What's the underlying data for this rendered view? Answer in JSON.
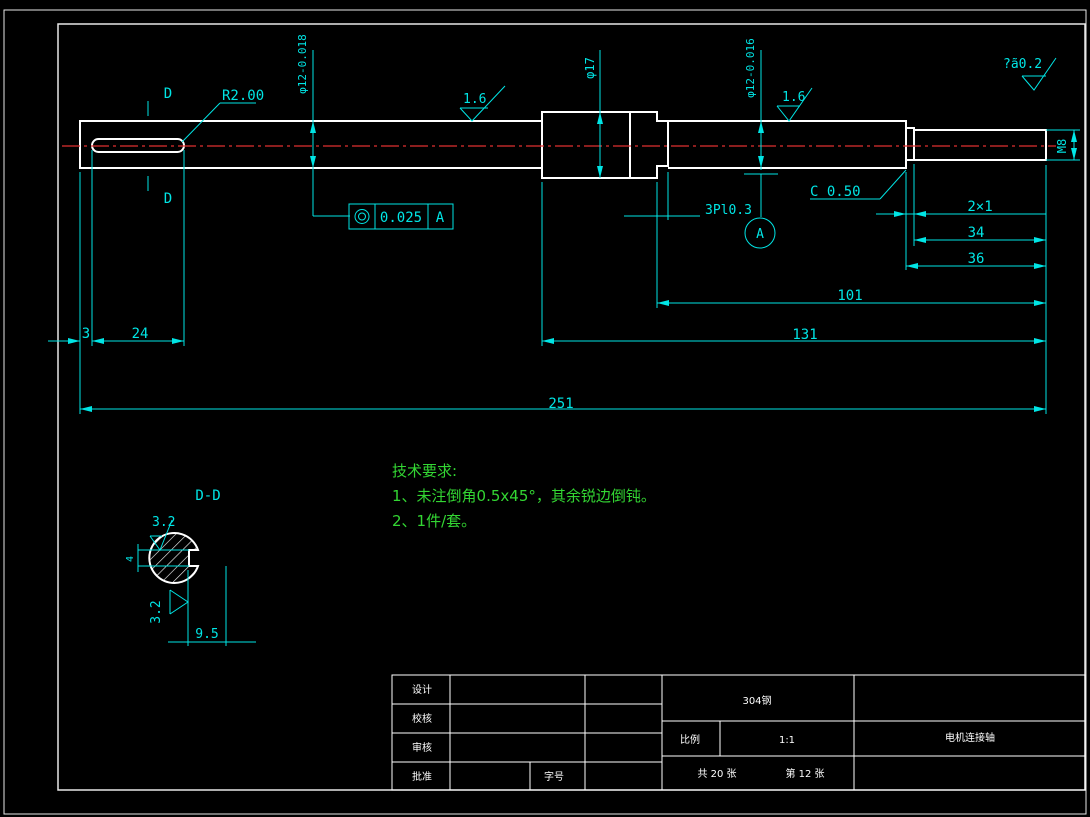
{
  "drawing": {
    "dimensions": {
      "d_overall": "251",
      "d_131": "131",
      "d_101": "101",
      "d_3": "3",
      "d_24": "24",
      "d_2x1": "2×1",
      "d_34": "34",
      "d_36": "36",
      "dia_12_left": "φ12-0.018",
      "dia_17": "φ17",
      "dia_12_right": "φ12-0.016",
      "m8": "M8",
      "r2": "R2.00",
      "chamfer": "C 0.50",
      "groove": "3Pl0.3",
      "tolerance_value": "0.025",
      "tolerance_datum": "A",
      "datum_label": "A",
      "rough_left": "1.6",
      "rough_right": "1.6",
      "rough_corner": "?ã0.2",
      "section_top": "D",
      "section_bottom": "D",
      "section_title": "D-D",
      "sec_32_top": "3.2",
      "sec_32_side": "3.2",
      "sec_4": "4",
      "sec_95": "9.5"
    },
    "notes": {
      "heading": "技术要求:",
      "line1": "1、未注倒角0.5x45°，其余锐边倒钝。",
      "line2": "2、1件/套。"
    },
    "title_block": {
      "design": "设计",
      "proof": "校核",
      "review": "审核",
      "approve": "批准",
      "sign_label": "字号",
      "material": "304钢",
      "scale_label": "比例",
      "scale_value": "1:1",
      "part_name": "电机连接轴",
      "total_sheets": "共 20 张",
      "sheet_no": "第 12 张"
    }
  }
}
